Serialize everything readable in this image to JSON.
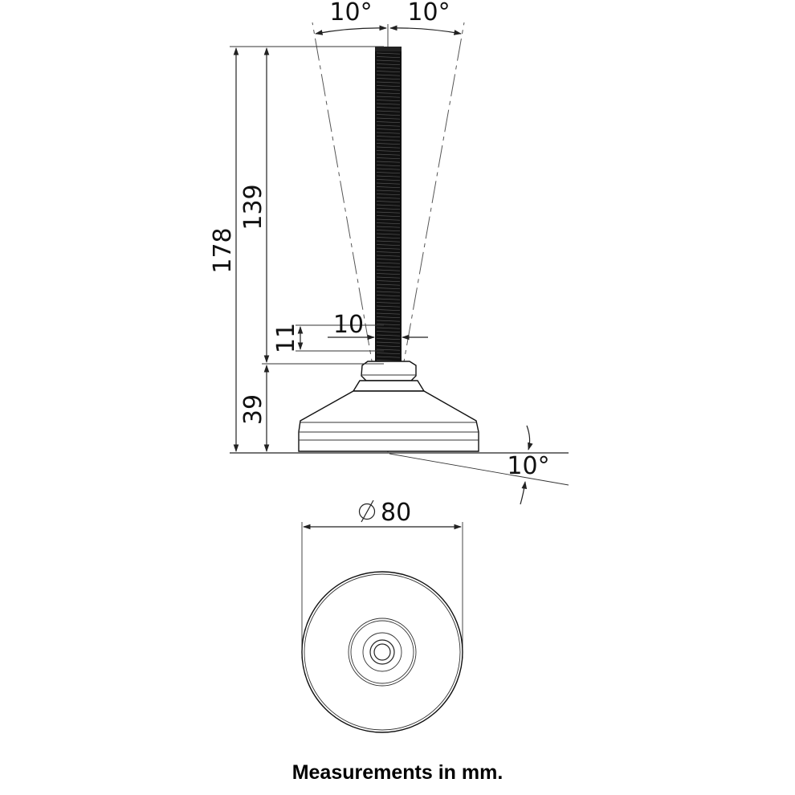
{
  "dimensions": {
    "angle_left": "10°",
    "angle_right": "10°",
    "total_height": "178",
    "thread_length": "139",
    "thread_diameter": "10",
    "nut_height": "11",
    "base_height": "39",
    "tilt_angle": "10°",
    "base_diameter": "80"
  },
  "caption": "Measurements in mm."
}
